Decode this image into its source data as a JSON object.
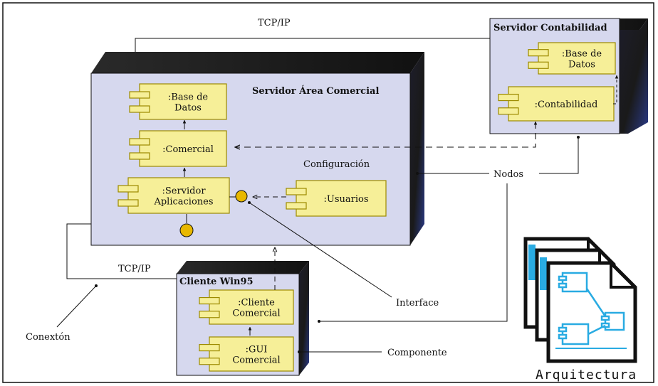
{
  "nodes": {
    "comercial": {
      "title": "Servidor Área Comercial"
    },
    "contabilidad": {
      "title": "Servidor Contabilidad"
    },
    "cliente": {
      "title": "Cliente Win95"
    }
  },
  "components": {
    "base_datos_comercial": ":Base de|Datos",
    "comercial": ":Comercial",
    "servidor_aplicaciones": ":Servidor|Aplicaciones",
    "usuarios": ":Usuarios",
    "base_datos_contabilidad": ":Base de|Datos",
    "contabilidad": ":Contabilidad",
    "cliente_comercial": ":Cliente|Comercial",
    "gui_comercial": ":GUI|Comercial"
  },
  "labels": {
    "configuracion": "Configuración",
    "tcpip_top": "TCP/IP",
    "tcpip_bottom": "TCP/IP",
    "nodos": "Nodos",
    "interface": "Interface",
    "conexion": "Conextón",
    "componente": "Componente",
    "arquitectura": "Arquitectura"
  },
  "colors": {
    "node_face": "#d6d8ee",
    "component_fill": "#f6ef98",
    "component_border": "#9c8a00",
    "interface_ball": "#e8b800",
    "icon_blue": "#29abe2"
  }
}
